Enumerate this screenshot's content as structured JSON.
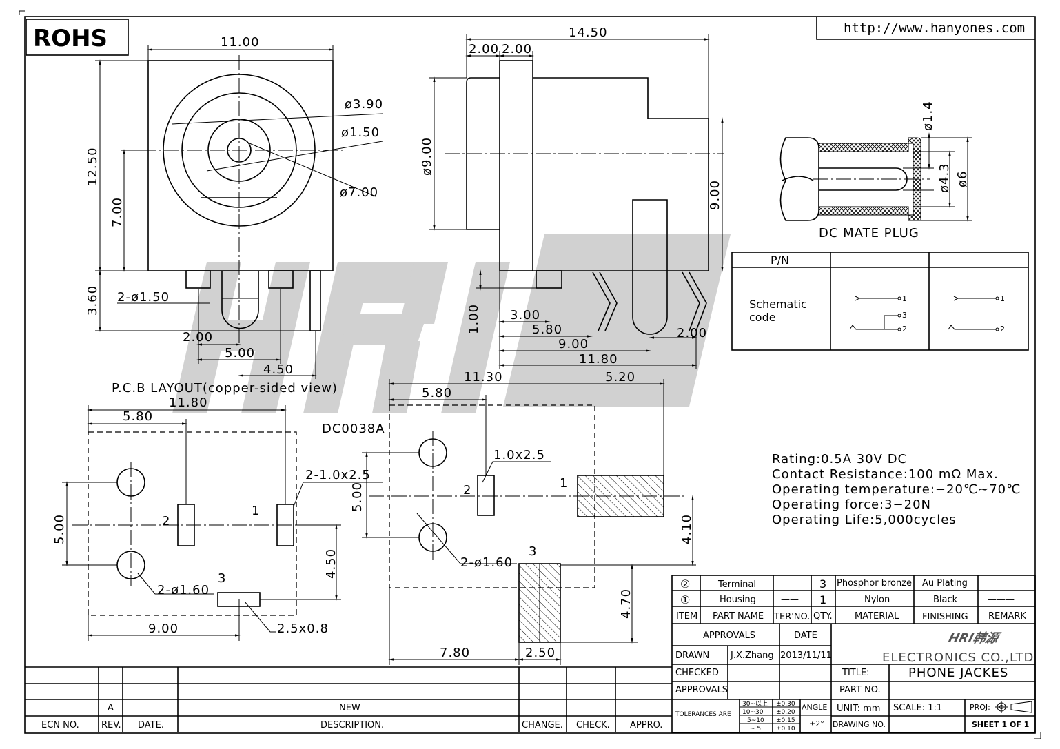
{
  "header": {
    "rohs": "ROHS",
    "url": "http://www.hanyones.com"
  },
  "watermark": "HRI韩源",
  "front_view": {
    "width": "11.00",
    "height": "12.50",
    "center_height": "7.00",
    "pin_len": "3.60",
    "d1": "ø3.90",
    "d2": "ø1.50",
    "d3": "ø7.00",
    "pins": "2-ø1.50",
    "p1": "2.00",
    "p2": "5.00",
    "p3": "4.50"
  },
  "side_view": {
    "length": "14.50",
    "a": "2.00",
    "b": "2.00",
    "dia": "ø9.00",
    "height": "9.00",
    "pin": "1.00",
    "x1": "3.00",
    "x2": "5.80",
    "x3": "9.00",
    "x4": "11.80",
    "x5": "2.00"
  },
  "plug": {
    "d1": "ø1.4",
    "d2": "ø4.3",
    "d3": "ø6",
    "label": "DC MATE PLUG"
  },
  "schematic": {
    "header": "P/N",
    "row_label_1": "Schematic",
    "row_label_2": "code",
    "t1": "1",
    "t2": "2",
    "t3": "3"
  },
  "pcb1": {
    "title": "P.C.B LAYOUT(copper-sided view)",
    "w": "11.80",
    "a": "5.80",
    "h": "5.00",
    "slots": "2-1.0x2.5",
    "n2": "2",
    "n1": "1",
    "v": "4.50",
    "n3": "3",
    "holes": "2-ø1.60",
    "b": "9.00",
    "slot3": "2.5x0.8"
  },
  "pcb2": {
    "part": "DC0038A",
    "w": "11.30",
    "r": "5.20",
    "a": "5.80",
    "slot": "1.0x2.5",
    "h": "5.00",
    "n2": "2",
    "n1": "1",
    "v1": "4.10",
    "holes": "2-ø1.60",
    "n3": "3",
    "v2": "4.70",
    "b": "7.80",
    "c": "2.50"
  },
  "specs": [
    "Rating:0.5A 30V DC",
    "Contact Resistance:100 mΩ Max.",
    "Operating temperature:−20℃~70℃",
    "Operating force:3−20N",
    "Operating Life:5,000cycles"
  ],
  "bom": {
    "rows": [
      {
        "item": "②",
        "name": "Terminal",
        "ter": "——",
        "qty": "3",
        "material": "Phosphor bronze",
        "finishing": "Au Plating",
        "remark": "———"
      },
      {
        "item": "①",
        "name": "Housing",
        "ter": "——",
        "qty": "1",
        "material": "Nylon",
        "finishing": "Black",
        "remark": "———"
      }
    ],
    "headers": {
      "item": "ITEM",
      "name": "PART NAME",
      "ter": "TER'NO.",
      "qty": "QTY.",
      "material": "MATERIAL",
      "finishing": "FINISHING",
      "remark": "REMARK"
    }
  },
  "title_block": {
    "approvals_h": "APPROVALS",
    "date_h": "DATE",
    "drawn": "DRAWN",
    "drawn_by": "J.X.Zhang",
    "drawn_date": "2013/11/11",
    "checked": "CHECKED",
    "approvals": "APPROVALS",
    "company": "ELECTRONICS CO.,LTD",
    "title_label": "TITLE:",
    "title": "PHONE JACKES",
    "part_no_label": "PART NO.",
    "tol_label": "TOLERANCES ARE",
    "tol": [
      [
        "30~以上",
        "±0.30"
      ],
      [
        "10~30",
        "±0.20"
      ],
      [
        "5~10",
        "±0.15"
      ],
      [
        "~ 5",
        "±0.10"
      ]
    ],
    "angle_label": "ANGLE",
    "angle": "±2°",
    "unit": "UNIT: mm",
    "scale": "SCALE:   1:1",
    "proj": "PROJ:",
    "drawing_no": "DRAWING NO.",
    "drawing_no_val": "———",
    "sheet": "SHEET   1  OF  1"
  },
  "revision": {
    "row": {
      "ecn": "———",
      "rev": "A",
      "date": "———",
      "desc": "NEW",
      "change": "———",
      "check": "———",
      "appro": "———"
    },
    "headers": {
      "ecn": "ECN NO.",
      "rev": "REV.",
      "date": "DATE.",
      "desc": "DESCRIPTION.",
      "change": "CHANGE.",
      "check": "CHECK.",
      "appro": "APPRO."
    }
  }
}
